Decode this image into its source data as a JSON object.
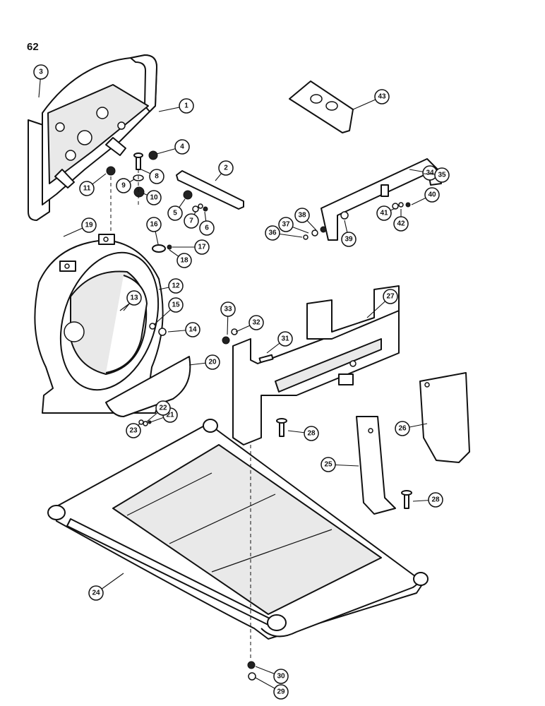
{
  "page": {
    "number": "62"
  },
  "callouts": [
    "1",
    "2",
    "3",
    "4",
    "5",
    "6",
    "7",
    "8",
    "9",
    "10",
    "11",
    "12",
    "13",
    "14",
    "15",
    "16",
    "17",
    "18",
    "19",
    "20",
    "21",
    "22",
    "23",
    "24",
    "25",
    "26",
    "27",
    "28",
    "28",
    "29",
    "30",
    "31",
    "32",
    "33",
    "34",
    "35",
    "36",
    "37",
    "38",
    "39",
    "40",
    "41",
    "42",
    "43"
  ]
}
